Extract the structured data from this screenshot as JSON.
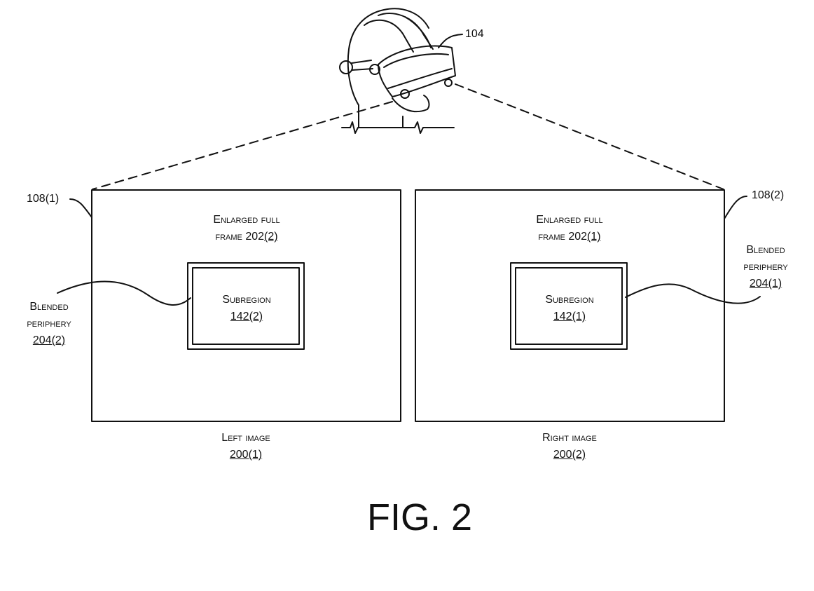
{
  "headset": {
    "ref": "104"
  },
  "left_image": {
    "display_ref": "108(1)",
    "frame": {
      "line1": "Enlarged full",
      "line2_text": "frame 202",
      "line2_num": "(2)"
    },
    "subregion": {
      "label": "Subregion",
      "num": "142(2)"
    },
    "periphery": {
      "line1": "Blended",
      "line2": "periphery",
      "num": "204(2)"
    },
    "caption": {
      "label": "Left image",
      "num": "200(1)"
    }
  },
  "right_image": {
    "display_ref": "108(2)",
    "frame": {
      "line1": "Enlarged full",
      "line2_text": "frame 202",
      "line2_num": "(1)"
    },
    "subregion": {
      "label": "Subregion",
      "num": "142(1)"
    },
    "periphery": {
      "line1": "Blended",
      "line2": "periphery",
      "num": "204(1)"
    },
    "caption": {
      "label": "Right image",
      "num": "200(2)"
    }
  },
  "figure_label": "FIG. 2"
}
